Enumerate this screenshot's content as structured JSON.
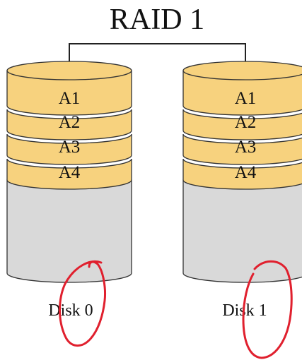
{
  "diagram": {
    "title": "RAID 1",
    "colors": {
      "stripe_fill": "#F7D27E",
      "empty_fill": "#D9D9D9",
      "outline": "#333333",
      "annotation": "#E0202E",
      "text": "#111111"
    },
    "disks": [
      {
        "label": "Disk 0",
        "blocks": [
          "A1",
          "A2",
          "A3",
          "A4"
        ]
      },
      {
        "label": "Disk 1",
        "blocks": [
          "A1",
          "A2",
          "A3",
          "A4"
        ]
      }
    ],
    "annotations": [
      {
        "shape": "hand-drawn-circle",
        "near": "Disk 0 label"
      },
      {
        "shape": "hand-drawn-circle",
        "near": "Disk 1 label"
      }
    ]
  }
}
